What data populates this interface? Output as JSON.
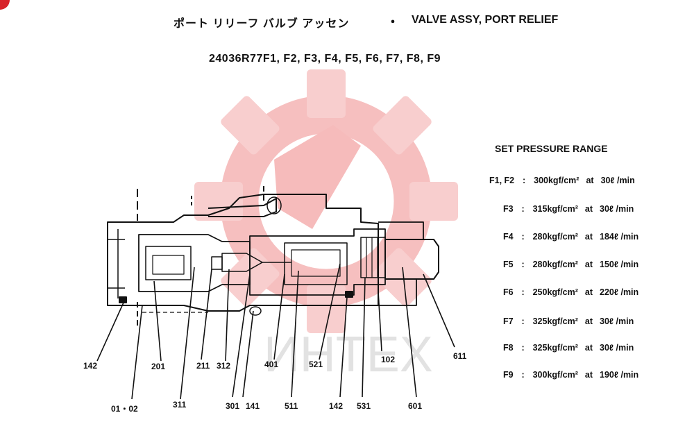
{
  "header": {
    "title_jp": "ポート リリーフ バルブ アッセン",
    "separator": "・",
    "title_en": "VALVE ASSY, PORT RELIEF",
    "part_number": "24036R77F1, F2, F3, F4, F5, F6, F7, F8, F9"
  },
  "spec": {
    "heading": "SET PRESSURE RANGE",
    "rows": [
      {
        "code": "F1, F2",
        "pressure": "300kgf/cm²",
        "at": "at",
        "flow": "30ℓ /min"
      },
      {
        "code": "F3",
        "pressure": "315kgf/cm²",
        "at": "at",
        "flow": "30ℓ /min"
      },
      {
        "code": "F4",
        "pressure": "280kgf/cm²",
        "at": "at",
        "flow": "184ℓ /min"
      },
      {
        "code": "F5",
        "pressure": "280kgf/cm²",
        "at": "at",
        "flow": "150ℓ /min"
      },
      {
        "code": "F6",
        "pressure": "250kgf/cm²",
        "at": "at",
        "flow": "220ℓ /min"
      },
      {
        "code": "F7",
        "pressure": "325kgf/cm²",
        "at": "at",
        "flow": "30ℓ /min"
      },
      {
        "code": "F8",
        "pressure": "325kgf/cm²",
        "at": "at",
        "flow": "30ℓ /min"
      },
      {
        "code": "F9",
        "pressure": "300kgf/cm²",
        "at": "at",
        "flow": "190ℓ /min"
      }
    ]
  },
  "callouts": {
    "c142a": "142",
    "c201": "201",
    "c0102": "01・02",
    "c211": "211",
    "c311": "311",
    "c312": "312",
    "c301": "301",
    "c141": "141",
    "c401": "401",
    "c511": "511",
    "c521": "521",
    "c142b": "142",
    "c531": "531",
    "c102": "102",
    "c601": "601",
    "c611": "611"
  },
  "watermark": {
    "text": "ИНТЕХ",
    "color": "#f4a4a4"
  }
}
